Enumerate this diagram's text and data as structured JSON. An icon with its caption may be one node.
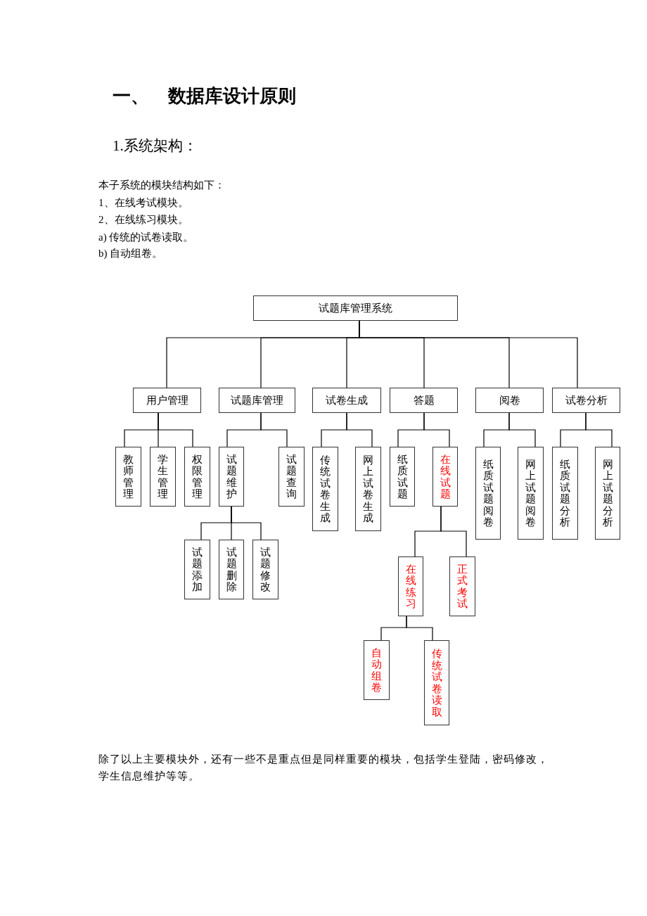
{
  "diagram": {
    "title": "一、 数据库设计原则",
    "nodes": [
      {
        "text": [
          "试题库管理系统"
        ]
      },
      {
        "text": [
          "用户管理"
        ]
      },
      {
        "text": [
          "试题库管理"
        ]
      },
      {
        "text": [
          "试卷生成"
        ]
      },
      {
        "text": [
          "答题"
        ]
      },
      {
        "text": [
          "阅卷"
        ]
      },
      {
        "text": [
          "试卷分析"
        ]
      },
      {
        "text": [
          "教师管理"
        ]
      },
      {
        "text": [
          "学生管理"
        ]
      },
      {
        "text": [
          "权限管理"
        ]
      },
      {
        "text": [
          "试题维护"
        ]
      },
      {
        "text": [
          "试题查询"
        ]
      },
      {
        "text": [
          "传统试卷生成"
        ]
      },
      {
        "text": [
          "网上试卷生成"
        ]
      },
      {
        "text": [
          "纸质试题"
        ]
      },
      {
        "text": [
          "在线试题"
        ]
      },
      {
        "text": [
          "纸质试题阅卷"
        ]
      },
      {
        "text": [
          "网上试题阅卷"
        ]
      },
      {
        "text": [
          "纸质试题分析"
        ]
      },
      {
        "text": [
          "网上试题分析"
        ]
      },
      {
        "text": [
          "试题添加"
        ]
      },
      {
        "text": [
          "试题删除"
        ]
      },
      {
        "text": [
          "试题修改"
        ]
      },
      {
        "text": [
          "在线练习"
        ]
      },
      {
        "text": [
          "正式考试"
        ]
      },
      {
        "text": [
          "自动组卷"
        ]
      },
      {
        "text": [
          "传统试卷读取"
        ]
      }
    ],
    "edges": [
      {
        "from": 0,
        "to": 1,
        "arrow": "none"
      },
      {
        "from": 0,
        "to": 2,
        "arrow": "none"
      },
      {
        "from": 0,
        "to": 3,
        "arrow": "none"
      },
      {
        "from": 0,
        "to": 4,
        "arrow": "none"
      },
      {
        "from": 0,
        "to": 5,
        "arrow": "none"
      },
      {
        "from": 0,
        "to": 6,
        "arrow": "none"
      },
      {
        "from": 1,
        "to": 7,
        "arrow": "none"
      },
      {
        "from": 1,
        "to": 8,
        "arrow": "none"
      },
      {
        "from": 1,
        "to": 9,
        "arrow": "none"
      },
      {
        "from": 2,
        "to": 10,
        "arrow": "none"
      },
      {
        "from": 2,
        "to": 11,
        "arrow": "none"
      },
      {
        "from": 3,
        "to": 12,
        "arrow": "none"
      },
      {
        "from": 3,
        "to": 13,
        "arrow": "none"
      },
      {
        "from": 4,
        "to": 14,
        "arrow": "none"
      },
      {
        "from": 4,
        "to": 15,
        "arrow": "none"
      },
      {
        "from": 5,
        "to": 16,
        "arrow": "none"
      },
      {
        "from": 5,
        "to": 17,
        "arrow": "none"
      },
      {
        "from": 6,
        "to": 18,
        "arrow": "none"
      },
      {
        "from": 6,
        "to": 19,
        "arrow": "none"
      },
      {
        "from": 10,
        "to": 20,
        "arrow": "none"
      },
      {
        "from": 10,
        "to": 21,
        "arrow": "none"
      },
      {
        "from": 10,
        "to": 22,
        "arrow": "none"
      },
      {
        "from": 15,
        "to": 23,
        "arrow": "none"
      },
      {
        "from": 15,
        "to": 24,
        "arrow": "none"
      },
      {
        "from": 23,
        "to": 25,
        "arrow": "none"
      },
      {
        "from": 23,
        "to": 26,
        "arrow": "none"
      }
    ],
    "labels": [
      "1.系统架构：",
      "本子系统的模块结构如下：",
      "1、在线考试模块。",
      "2、在线练习模块。",
      "a) 传统的试卷读取。",
      "b) 自动组卷。",
      "除了以上主要模块外，还有一些不是重点但是同样重要的模块，包括学生登陆，密码修改，学生信息维护等等。"
    ]
  }
}
